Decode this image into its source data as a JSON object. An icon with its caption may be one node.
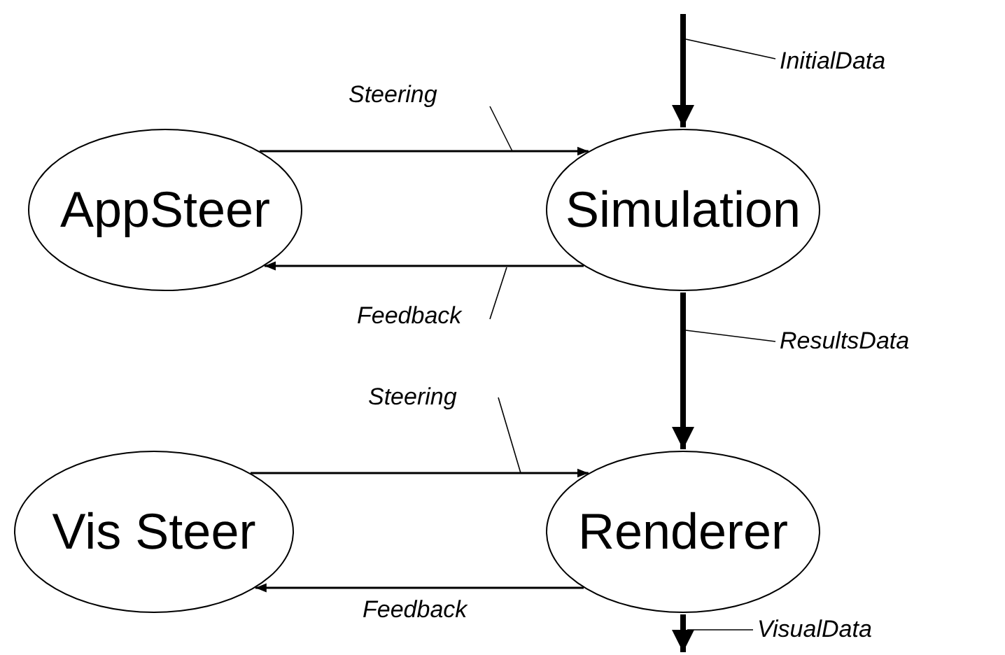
{
  "diagram": {
    "nodes": [
      {
        "text": [
          "AppSteer"
        ]
      },
      {
        "text": [
          "Simulation"
        ]
      },
      {
        "text": [
          "Vis Steer"
        ]
      },
      {
        "text": [
          "Renderer"
        ]
      }
    ],
    "edges": [
      {
        "from": 0,
        "to": 1,
        "arrow": "to",
        "label": "Steering"
      },
      {
        "from": 1,
        "to": 0,
        "arrow": "to",
        "label": "Feedback"
      },
      {
        "from": null,
        "to": 1,
        "arrow": "to",
        "label": "InitialData",
        "style": "thick"
      },
      {
        "from": 1,
        "to": 3,
        "arrow": "to",
        "label": "ResultsData",
        "style": "thick"
      },
      {
        "from": 2,
        "to": 3,
        "arrow": "to",
        "label": "Steering"
      },
      {
        "from": 3,
        "to": 2,
        "arrow": "to",
        "label": "Feedback"
      },
      {
        "from": 3,
        "to": null,
        "arrow": "to",
        "label": "VisualData",
        "style": "thick"
      }
    ]
  }
}
